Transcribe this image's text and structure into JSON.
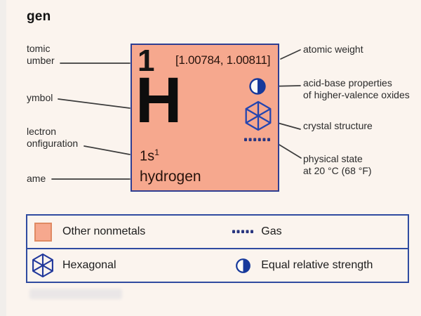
{
  "figure": {
    "title": "gen"
  },
  "element_card": {
    "atomic_number": "1",
    "atomic_weight": "[1.00784, 1.00811]",
    "symbol": "H",
    "electron_configuration": {
      "base": "1s",
      "superscript": "1"
    },
    "name": "hydrogen"
  },
  "left_labels": {
    "atomic_number": {
      "line1": "tomic",
      "line2": "umber"
    },
    "symbol": {
      "line1": "ymbol"
    },
    "electron_configuration": {
      "line1": "lectron",
      "line2": "onfiguration"
    },
    "name": {
      "line1": "ame"
    }
  },
  "right_labels": {
    "atomic_weight": {
      "line1": "atomic weight"
    },
    "acid_base_properties": {
      "line1": "acid-base properties",
      "line2": "of higher-valence oxides"
    },
    "crystal_structure": {
      "line1": "crystal structure"
    },
    "physical_state": {
      "line1": "physical state",
      "line2": "at 20 °C (68 °F)"
    }
  },
  "legend": {
    "items": [
      {
        "icon": "other-nonmetals-swatch",
        "label": "Other nonmetals"
      },
      {
        "icon": "gas-dotted-line",
        "label": "Gas"
      },
      {
        "icon": "hexagonal-crystal",
        "label": "Hexagonal"
      },
      {
        "icon": "half-filled-circle",
        "label": "Equal relative strength"
      }
    ]
  },
  "colors": {
    "background": "#fbf4ee",
    "card_fill": "#f6a88e",
    "card_border": "#2e3e92",
    "legend_border": "#2f4ba0",
    "swatch_border": "#e08a63",
    "hexagon_blue": "#2445b0",
    "circle_navy": "#17399b",
    "dots_navy": "#28357f",
    "connector_line": "#3c3c3c"
  }
}
